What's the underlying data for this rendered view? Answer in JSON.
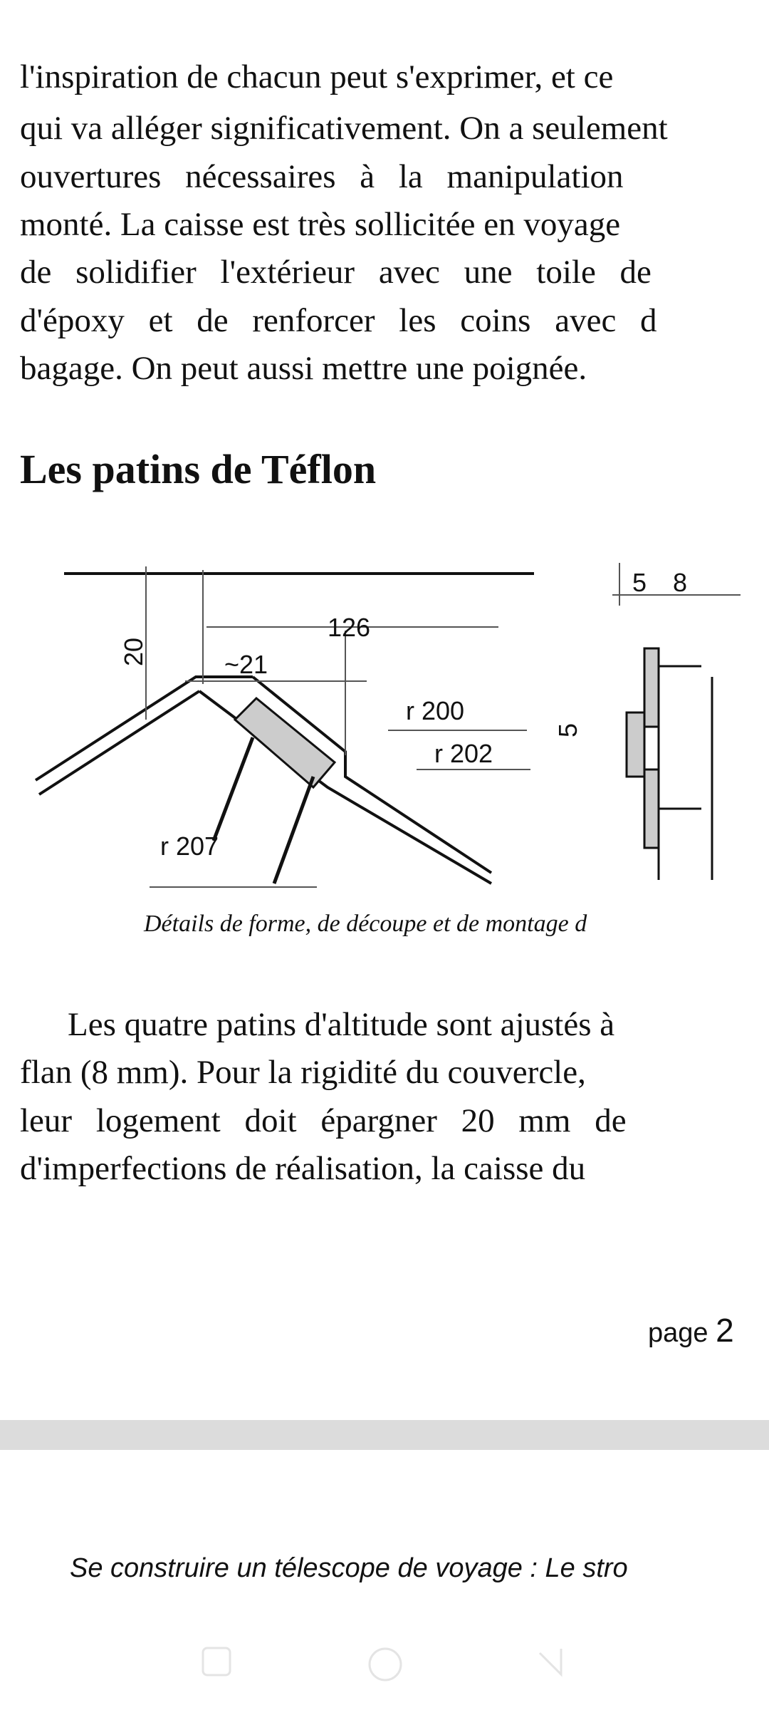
{
  "top_paragraph": [
    "l'inspiration de chacun peut s'exprimer, et ce",
    "qui va alléger significativement. On a seulement",
    "ouvertures nécessaires à la manipulation",
    "monté. La caisse est très sollicitée en voyage",
    "de solidifier l'extérieur avec une toile de",
    "d'époxy et de renforcer les coins avec d",
    "bagage. On peut aussi mettre une poignée."
  ],
  "section_heading": "Les patins de Téflon",
  "figure": {
    "labels": {
      "d20": "20",
      "d126": "126",
      "d21": "~21",
      "r200": "r 200",
      "r202": "r 202",
      "r207": "r 207",
      "d5a": "5",
      "d8": "8",
      "d5b": "5"
    },
    "caption": "Détails de forme, de découpe et de montage d"
  },
  "paragraph": [
    "Les quatre patins d'altitude sont ajustés à",
    "flan (8 mm). Pour la rigidité du couvercle,",
    "leur logement doit épargner 20 mm de",
    "d'imperfections de réalisation, la caisse du"
  ],
  "page_label": "page",
  "page_number": "2",
  "footer_text": "Se construire un télescope de voyage : Le stro",
  "nav": {
    "recents": "recents-icon",
    "home": "home-icon",
    "back": "back-icon"
  }
}
